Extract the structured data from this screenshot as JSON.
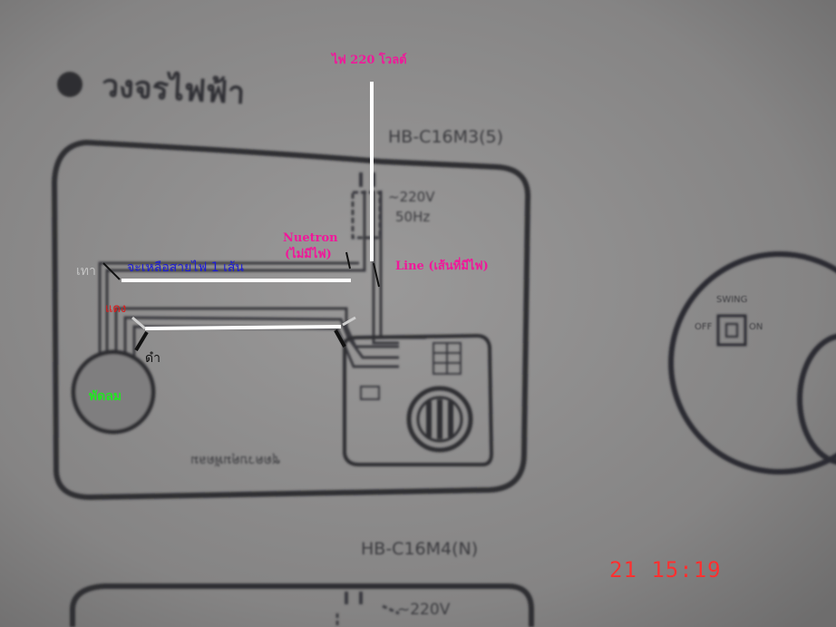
{
  "printed": {
    "heading": "วงจรไฟฟ้า",
    "model_top": "HB-C16M3(5)",
    "model_bottom": "HB-C16M4(N)",
    "voltage_top": "~220V",
    "freq_top": "50Hz",
    "voltage_bottom": "~220V",
    "switch_label": "SWING",
    "switch_off": "OFF",
    "switch_on": "ON",
    "box_label": "ชุดควบคุมพัดลม"
  },
  "annotations": {
    "power_220v": "ไฟ 220 โวลต์",
    "neutron": "Nuetron",
    "neutron_sub": "(ไม่มีไฟ)",
    "line": "Line (เส้นที่มีไฟ)",
    "remaining_wire": "จะเหลือสายไฟ 1 เส้น",
    "gray": "เทา",
    "red": "แดง",
    "black": "ดำ",
    "fan": "พัดลม"
  },
  "timestamp": "21 15:19",
  "colors": {
    "paper": "#8c8b8b",
    "pink_annotation": "#f0189a",
    "blue_annotation": "#1a1ad8",
    "green_annotation": "#22e622",
    "timestamp": "#ff3030"
  }
}
